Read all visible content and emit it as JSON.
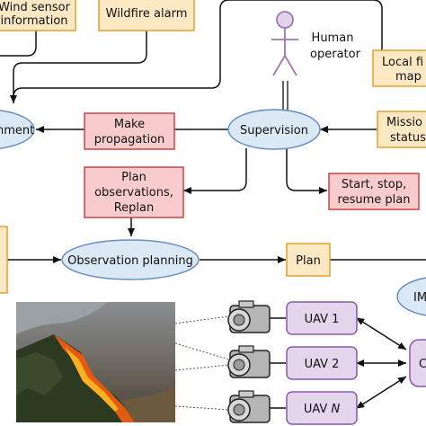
{
  "nodes": {
    "wind_sensor": {
      "line1": "Wind sensor",
      "line2": "information"
    },
    "wildfire_alarm": {
      "label": "Wildfire alarm"
    },
    "human_operator": {
      "line1": "Human",
      "line2": "operator"
    },
    "local_fire_map": {
      "line1": "Local fi",
      "line2": "map"
    },
    "environment": {
      "label": "nment"
    },
    "make_propagation": {
      "line1": "Make",
      "line2": "propagation"
    },
    "supervision": {
      "label": "Supervision"
    },
    "mission_status": {
      "line1": "Missio",
      "line2": "status"
    },
    "plan_observations": {
      "line1": "Plan",
      "line2": "observations,",
      "line3": "Replan"
    },
    "start_stop": {
      "line1": "Start, stop,",
      "line2": "resume plan"
    },
    "observation_planning": {
      "label": "Observation planning"
    },
    "plan": {
      "label": "Plan"
    },
    "im_partial": {
      "label": "IM"
    },
    "uav1": {
      "label": "UAV 1"
    },
    "uav2": {
      "label": "UAV 2"
    },
    "uavN": {
      "prefix": "UAV ",
      "italic": "N"
    },
    "comm_partial": {
      "label": "C"
    }
  },
  "colors": {
    "orange_fill": "#fde8c4",
    "orange_stroke": "#e0a030",
    "red_fill": "#f8cccc",
    "red_stroke": "#cc4444",
    "blue_fill": "#dbe8f6",
    "blue_stroke": "#6a8fc4",
    "purple_fill": "#e4d5ec",
    "purple_stroke": "#8a5aa8"
  }
}
